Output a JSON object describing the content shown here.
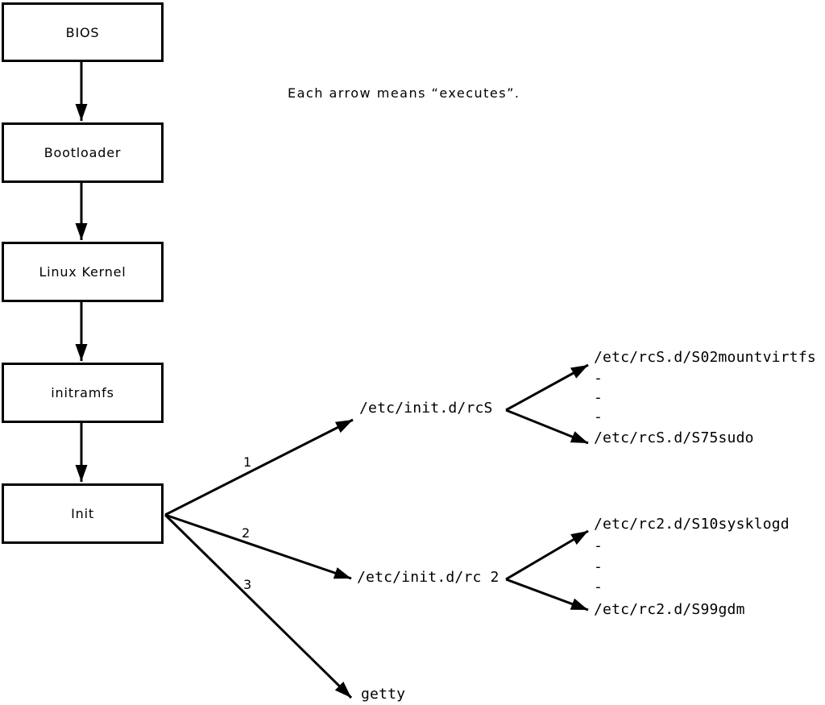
{
  "note": "Each arrow means “executes”.",
  "colors": {
    "line": "#000000",
    "background": "#ffffff"
  },
  "chain": [
    {
      "label": "BIOS"
    },
    {
      "label": "Bootloader"
    },
    {
      "label": "Linux Kernel"
    },
    {
      "label": "initramfs"
    },
    {
      "label": "Init"
    }
  ],
  "init_targets": [
    {
      "order": "1",
      "label": "/etc/init.d/rcS"
    },
    {
      "order": "2",
      "label": "/etc/init.d/rc 2"
    },
    {
      "order": "3",
      "label": "getty"
    }
  ],
  "rcS_children": {
    "first": "/etc/rcS.d/S02mountvirtfs",
    "ellipsis": [
      "-",
      "-",
      "-"
    ],
    "last": "/etc/rcS.d/S75sudo"
  },
  "rc2_children": {
    "first": "/etc/rc2.d/S10sysklogd",
    "ellipsis": [
      "-",
      "-",
      "-"
    ],
    "last": "/etc/rc2.d/S99gdm"
  }
}
